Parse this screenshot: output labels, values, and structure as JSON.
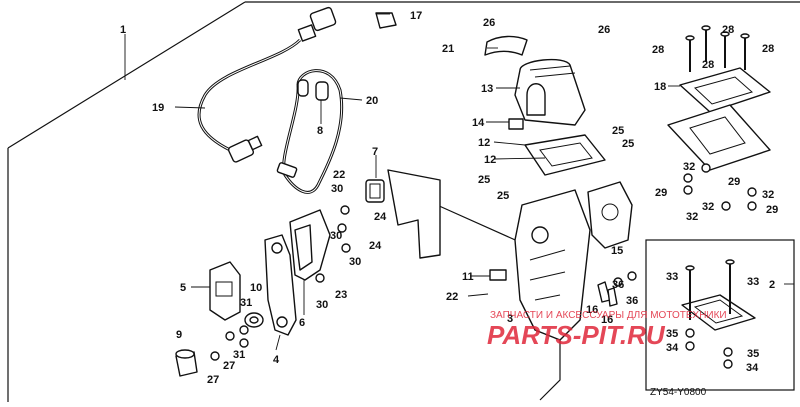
{
  "diagram": {
    "code": "ZY54-Y0800",
    "watermark_line1": "ЗАПЧАСТИ И АКСЕССУАРЫ ДЛЯ МОТОТЕХНИКИ",
    "watermark_line2": "PARTS-PIT.RU",
    "watermark_color": "#e0283a",
    "callouts": [
      "1",
      "2",
      "3",
      "4",
      "5",
      "6",
      "7",
      "8",
      "9",
      "10",
      "11",
      "12",
      "12",
      "13",
      "14",
      "15",
      "16",
      "16",
      "17",
      "18",
      "19",
      "20",
      "21",
      "22",
      "22",
      "23",
      "24",
      "24",
      "25",
      "25",
      "25",
      "25",
      "26",
      "26",
      "27",
      "27",
      "28",
      "28",
      "28",
      "28",
      "29",
      "29",
      "29",
      "30",
      "30",
      "30",
      "30",
      "31",
      "31",
      "32",
      "32",
      "32",
      "32",
      "33",
      "33",
      "34",
      "34",
      "35",
      "35",
      "36",
      "36"
    ]
  }
}
